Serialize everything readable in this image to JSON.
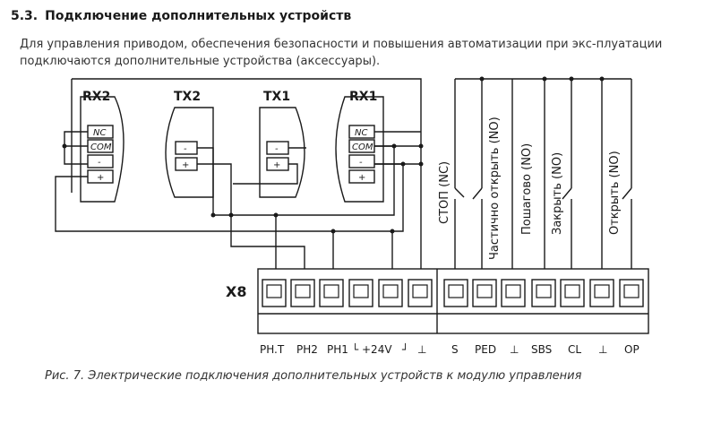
{
  "section": {
    "number": "5.3.",
    "title": "Подключение дополнительных устройств"
  },
  "intro": "Для управления приводом, обеспечения безопасности и повышения автоматизации при экс-плуатации подключаются дополнительные устройства (аксессуары).",
  "devices": [
    {
      "id": "rx2",
      "label": "RX2",
      "pins": [
        "NC",
        "COM",
        "-",
        "+"
      ]
    },
    {
      "id": "tx2",
      "label": "TX2",
      "pins": [
        "-",
        "+"
      ]
    },
    {
      "id": "tx1",
      "label": "TX1",
      "pins": [
        "-",
        "+"
      ]
    },
    {
      "id": "rx1",
      "label": "RX1",
      "pins": [
        "NC",
        "COM",
        "-",
        "+"
      ]
    }
  ],
  "switches": [
    {
      "id": "stop",
      "label": "СТОП (NC)"
    },
    {
      "id": "partial-open",
      "label": "Частично открыть (NO)"
    },
    {
      "id": "step",
      "label": "Пошагово (NO)"
    },
    {
      "id": "close",
      "label": "Закрыть (NO)"
    },
    {
      "id": "open",
      "label": "Открыть (NO)"
    }
  ],
  "connector": {
    "label": "X8",
    "terminals": [
      "PH.T",
      "PH2",
      "PH1",
      "└",
      "+24V",
      "┘",
      "⊥",
      "S",
      "PED",
      "⊥",
      "SBS",
      "CL",
      "⊥",
      "OP"
    ]
  },
  "caption": "Рис. 7. Электрические подключения дополнительных устройств к модулю управления"
}
